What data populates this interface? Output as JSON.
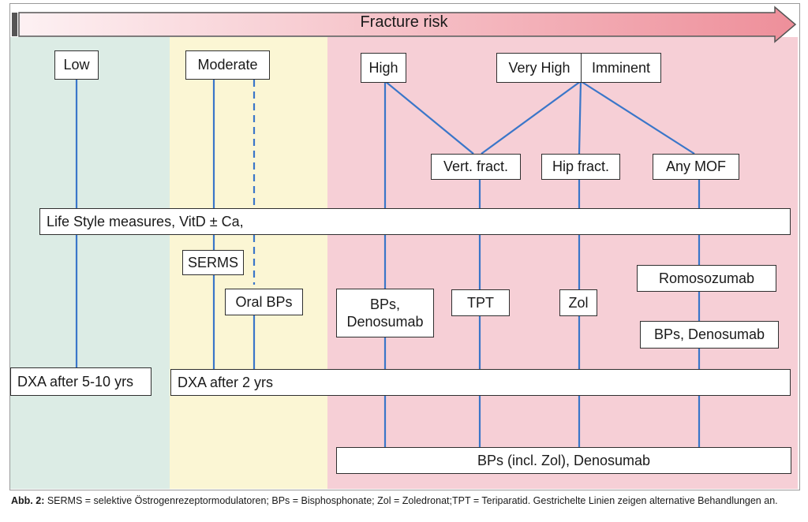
{
  "title": "Fracture risk",
  "risk_levels": {
    "low": "Low",
    "moderate": "Moderate",
    "high": "High",
    "very_high": "Very High",
    "imminent": "Imminent"
  },
  "fracture_types": {
    "vertebral": "Vert. fract.",
    "hip": "Hip fract.",
    "any_mof": "Any MOF"
  },
  "lifestyle": "Life Style measures, VitD ± Ca,",
  "treatments": {
    "serms": "SERMS",
    "oral_bps": "Oral BPs",
    "bps_denosumab_line1": "BPs,",
    "bps_denosumab_line2": "Denosumab",
    "tpt": "TPT",
    "zol": "Zol",
    "romosozumab": "Romosozumab",
    "bps_denosumab": "BPs, Denosumab"
  },
  "monitoring": {
    "dxa_low": "DXA after 5-10 yrs",
    "dxa_moderate": "DXA after 2 yrs"
  },
  "final_treatment": "BPs (incl. Zol), Denosumab",
  "caption": {
    "label": "Abb. 2:",
    "text": "SERMS = selektive Östrogenrezeptormodulatoren; BPs = Bisphosphonate; Zol = Zoledronat;TPT = Teriparatid. Gestrichelte Linien zeigen alternative Behandlungen an."
  },
  "colors": {
    "low_zone": "#dcece5",
    "moderate_zone": "#fbf6d4",
    "high_zone": "#f6cfd6",
    "connector": "#3a76c9",
    "arrow_start": "#fdf1f3",
    "arrow_end": "#ee8f9a"
  }
}
